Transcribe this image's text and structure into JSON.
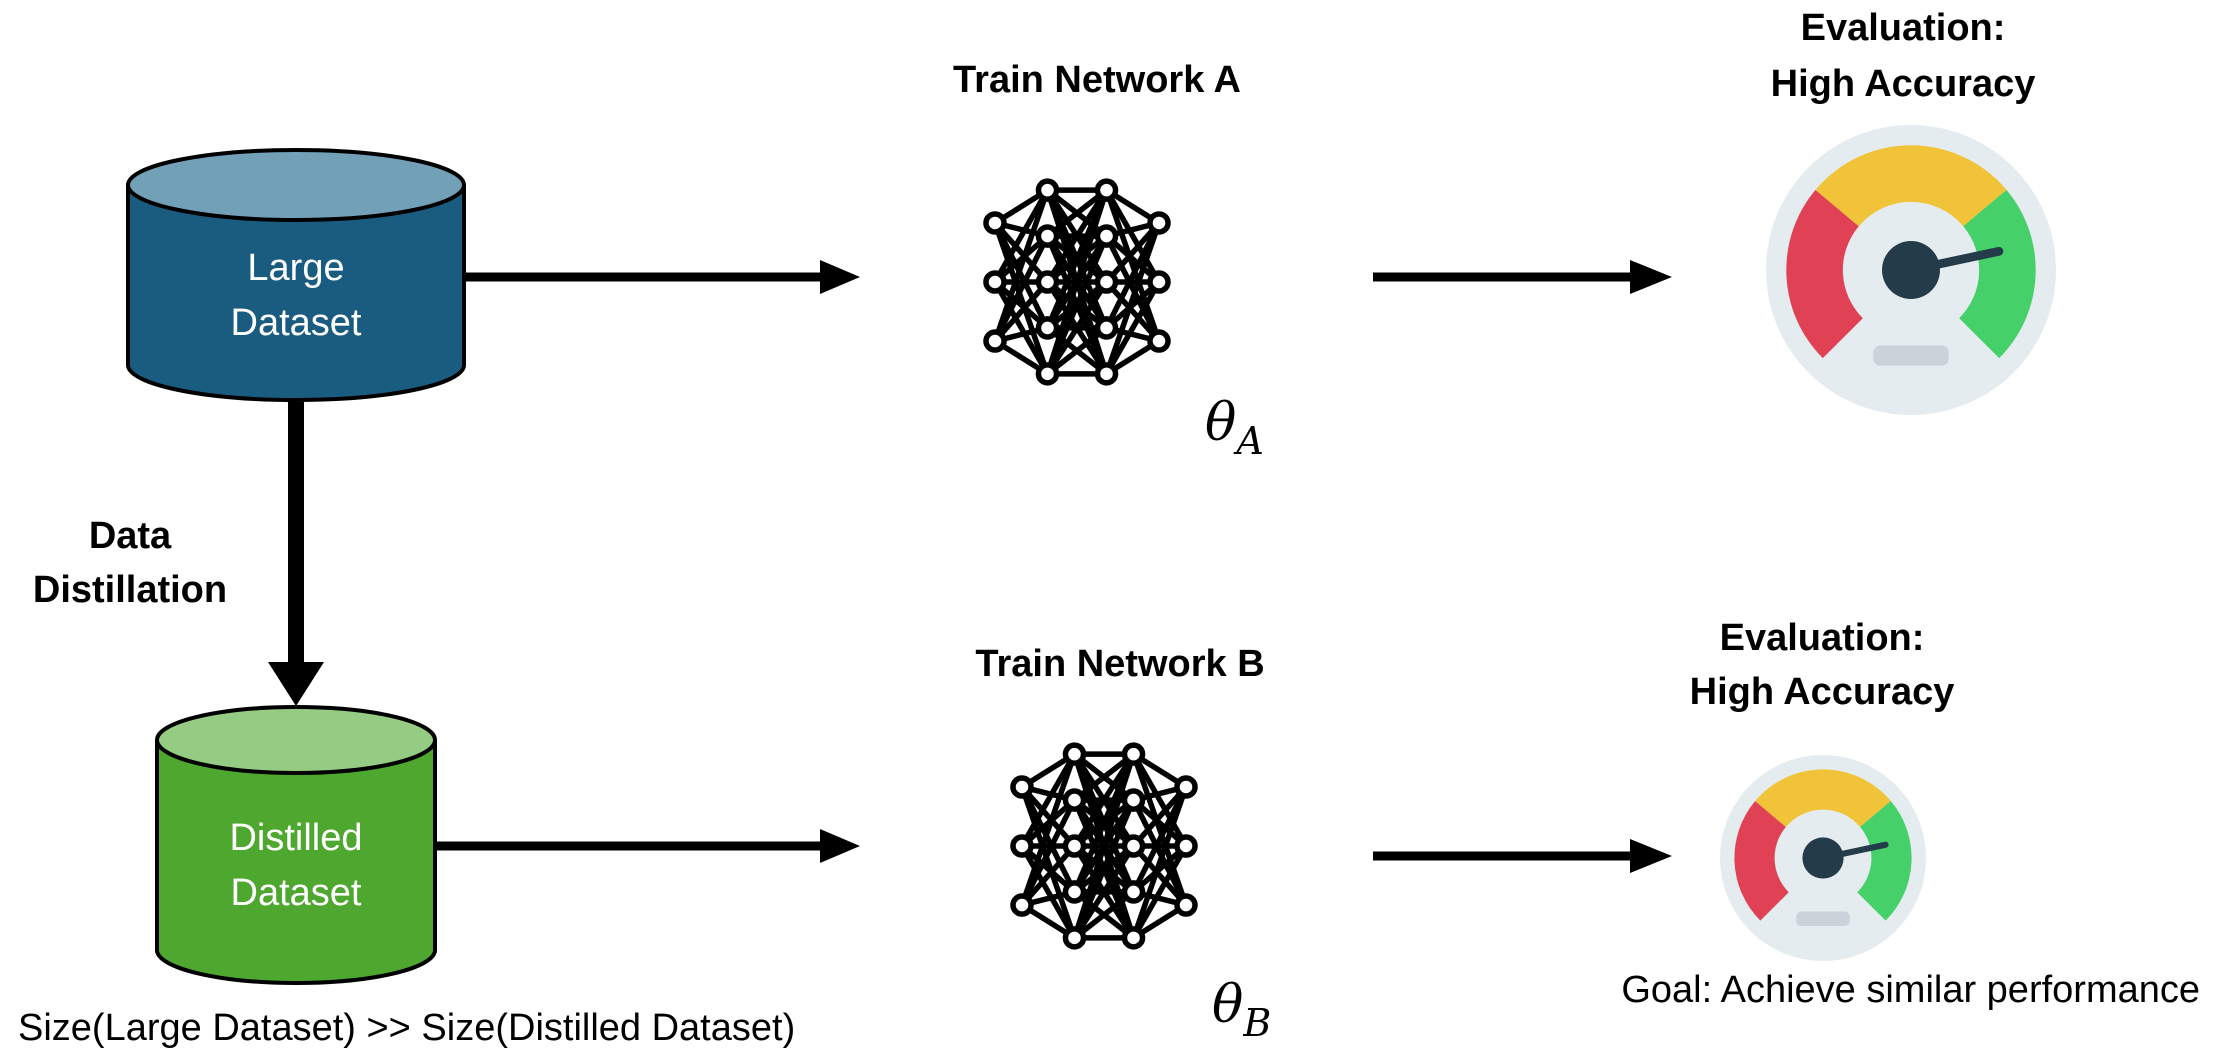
{
  "datasets": {
    "large": {
      "line1": "Large",
      "line2": "Dataset",
      "color": "#1a5c80",
      "top_color": "#71a0b7"
    },
    "distilled": {
      "line1": "Distilled",
      "line2": "Dataset",
      "color": "#4ea72e",
      "top_color": "#95cb83"
    }
  },
  "distillation_label": {
    "line1": "Data",
    "line2": "Distillation"
  },
  "network_a": {
    "title": "Train Network A",
    "param_symbol": "θ",
    "param_subscript": "A"
  },
  "network_b": {
    "title": "Train Network B",
    "param_symbol": "θ",
    "param_subscript": "B"
  },
  "evaluation_a": {
    "line1": "Evaluation:",
    "line2": "High Accuracy"
  },
  "evaluation_b": {
    "line1": "Evaluation:",
    "line2": "High Accuracy"
  },
  "size_note": "Size(Large Dataset) >> Size(Distilled Dataset)",
  "goal_note": "Goal: Achieve similar performance",
  "gauge_colors": {
    "red": "#e14154",
    "yellow": "#f1c338",
    "green": "#46d06a",
    "needle": "#243b4a",
    "face": "#e5ecf0",
    "plate": "#c9d3d9"
  }
}
